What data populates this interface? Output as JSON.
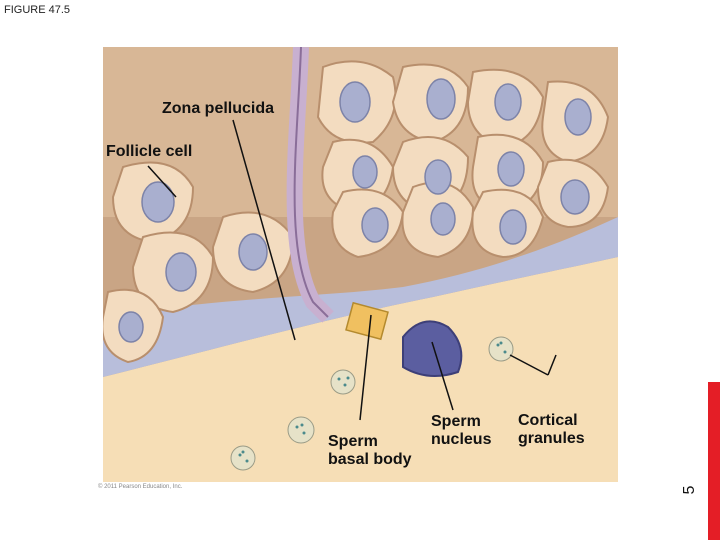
{
  "figure_label": "FIGURE 47.5",
  "labels": {
    "zona_pellucida": "Zona pellucida",
    "follicle_cell": "Follicle cell",
    "sperm_basal_body": "Sperm\nbasal body",
    "sperm_nucleus": "Sperm\nnucleus",
    "cortical_granules": "Cortical\ngranules"
  },
  "copyright": "© 2011 Pearson Education, Inc.",
  "slide_number": "5",
  "colors": {
    "accent_bar": "#e41e26",
    "cell_fill": "#f3dcc0",
    "nucleus_fill": "#a9afcf",
    "zona_fill": "#b8bedb",
    "egg_fill": "#f6deb6",
    "dark_cell": "#caa887"
  }
}
